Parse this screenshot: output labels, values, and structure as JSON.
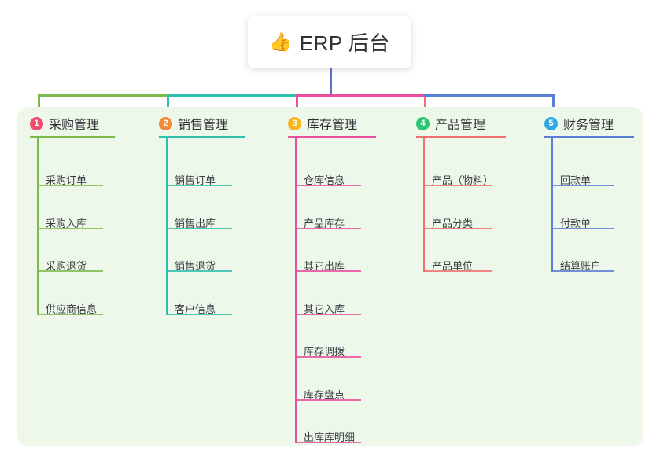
{
  "diagram": {
    "type": "mindmap-tree",
    "root": {
      "icon": "thumbs-up-icon",
      "emoji": "👍",
      "title": "ERP 后台"
    },
    "panel_bg": "#eef8ea",
    "trunk_color": "#5b6fc4",
    "branches": [
      {
        "number": "1",
        "title": "采购管理",
        "badge_color": "#f24d6e",
        "line_color": "#7cbb4c",
        "items": [
          "采购订单",
          "采购入库",
          "采购退货",
          "供应商信息"
        ]
      },
      {
        "number": "2",
        "title": "销售管理",
        "badge_color": "#f08a3c",
        "line_color": "#2fc0ad",
        "items": [
          "销售订单",
          "销售出库",
          "销售退货",
          "客户信息"
        ]
      },
      {
        "number": "3",
        "title": "库存管理",
        "badge_color": "#f5b823",
        "line_color": "#e8509e",
        "items": [
          "仓库信息",
          "产品库存",
          "其它出库",
          "其它入库",
          "库存调拨",
          "库存盘点",
          "出库库明细"
        ]
      },
      {
        "number": "4",
        "title": "产品管理",
        "badge_color": "#2cc56f",
        "line_color": "#f2716e",
        "items": [
          "产品（物料）",
          "产品分类",
          "产品单位"
        ]
      },
      {
        "number": "5",
        "title": "财务管理",
        "badge_color": "#2eaae0",
        "line_color": "#5b7fd4",
        "items": [
          "回款单",
          "付款单",
          "结算账户"
        ]
      }
    ]
  }
}
